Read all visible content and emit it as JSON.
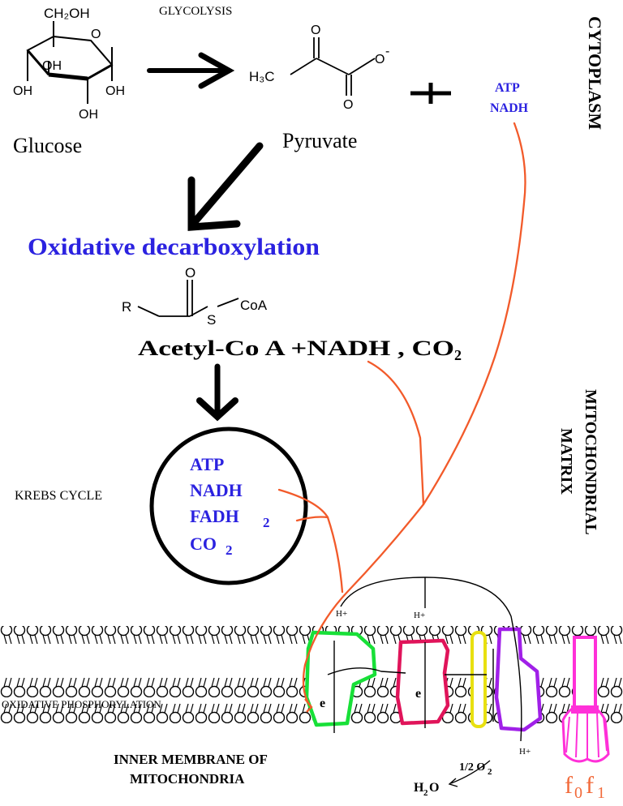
{
  "labels": {
    "glycolysis": "GLYCOLYSIS",
    "cytoplasm": "CYTOPLASM",
    "glucose": "Glucose",
    "pyruvate": "Pyruvate",
    "atp_top": "ATP",
    "nadh_top": "NADH",
    "oxidative_decarboxylation": "Oxidative decarboxylation",
    "acetyl_coa_products": "Acetyl-Co A +NADH , CO",
    "co2_sub": "2",
    "krebs_cycle": "KREBS CYCLE",
    "krebs_items": [
      "ATP",
      "NADH",
      "FADH",
      "CO"
    ],
    "krebs_subs": [
      "",
      "",
      "2",
      "2"
    ],
    "mito_matrix_line1": "MITOCHONDRIAL",
    "mito_matrix_line2": "MATRIX",
    "oxidative_phosphorylation": "OXIDATIVE PHOSPHORYLATION",
    "inner_membrane_line1": "INNER MEMBRANE OF",
    "inner_membrane_line2": "MITOCHONDRIA",
    "half_o2": "1/2 O",
    "o2_sub": "2",
    "water": "H",
    "water_sub": "2",
    "water_tail": "O",
    "fofi_f0": "f",
    "fofi_0": "0",
    "fofi_f1": "f",
    "fofi_1": "1",
    "h_plus": "H+",
    "electron": "e"
  },
  "glucose_structure": {
    "ch2oh": "CH₂OH",
    "oh_labels": [
      "OH",
      "OH",
      "OH",
      "OH"
    ],
    "ring_o": "O"
  },
  "pyruvate_structure": {
    "h3c": "H₃C",
    "o_top": "O",
    "o_minus": "O",
    "charge": "-",
    "o_bottom": "O"
  },
  "acetyl_structure": {
    "r": "R",
    "o": "O",
    "s": "S",
    "coa": "CoA"
  },
  "colors": {
    "blue": "#2b22e0",
    "orange": "#f25a2a",
    "green": "#18e038",
    "crimson": "#e0145a",
    "yellow": "#e8e010",
    "purple": "#a020e8",
    "magenta": "#ff30d8",
    "fofi_text": "#f26a3a"
  }
}
